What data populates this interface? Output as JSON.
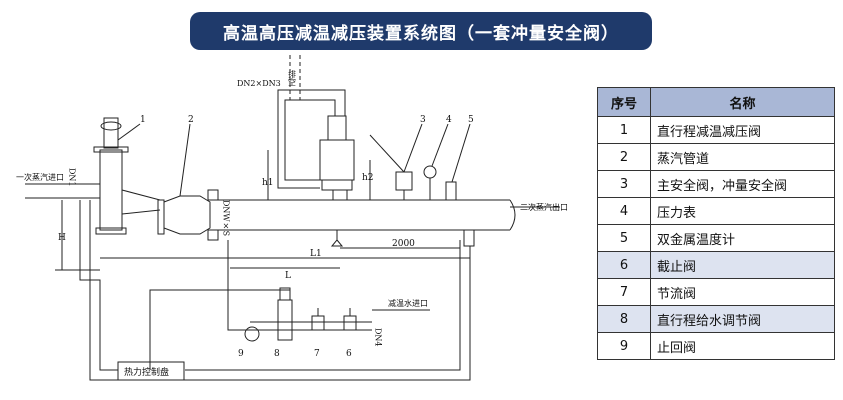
{
  "title": "高温高压减温减压装置系统图（一套冲量安全阀）",
  "labels": {
    "exhaust": "排空",
    "dn_spec": "DN2×DN3",
    "dn1": "DN1",
    "dnw": "DNW×S",
    "primary_steam_inlet": "一次蒸汽进口",
    "secondary_steam_outlet": "二次蒸汽出口",
    "cooling_water_inlet": "减温水进口",
    "control_box": "热力控制盘",
    "dn4": "DN4",
    "dim_h": "H",
    "dim_h1": "h1",
    "dim_h2": "h2",
    "dim_l": "L",
    "dim_l1": "L1",
    "dim_2000": "2000"
  },
  "callouts": [
    "1",
    "2",
    "3",
    "4",
    "5",
    "6",
    "7",
    "8",
    "9"
  ],
  "legend": {
    "header_num": "序号",
    "header_name": "名称",
    "rows": [
      {
        "num": "1",
        "name": "直行程减温减压阀"
      },
      {
        "num": "2",
        "name": "蒸汽管道"
      },
      {
        "num": "3",
        "name": "主安全阀，冲量安全阀"
      },
      {
        "num": "4",
        "name": "压力表"
      },
      {
        "num": "5",
        "name": "双金属温度计"
      },
      {
        "num": "6",
        "name": "截止阀"
      },
      {
        "num": "7",
        "name": "节流阀"
      },
      {
        "num": "8",
        "name": "直行程给水调节阀"
      },
      {
        "num": "9",
        "name": "止回阀"
      }
    ]
  }
}
